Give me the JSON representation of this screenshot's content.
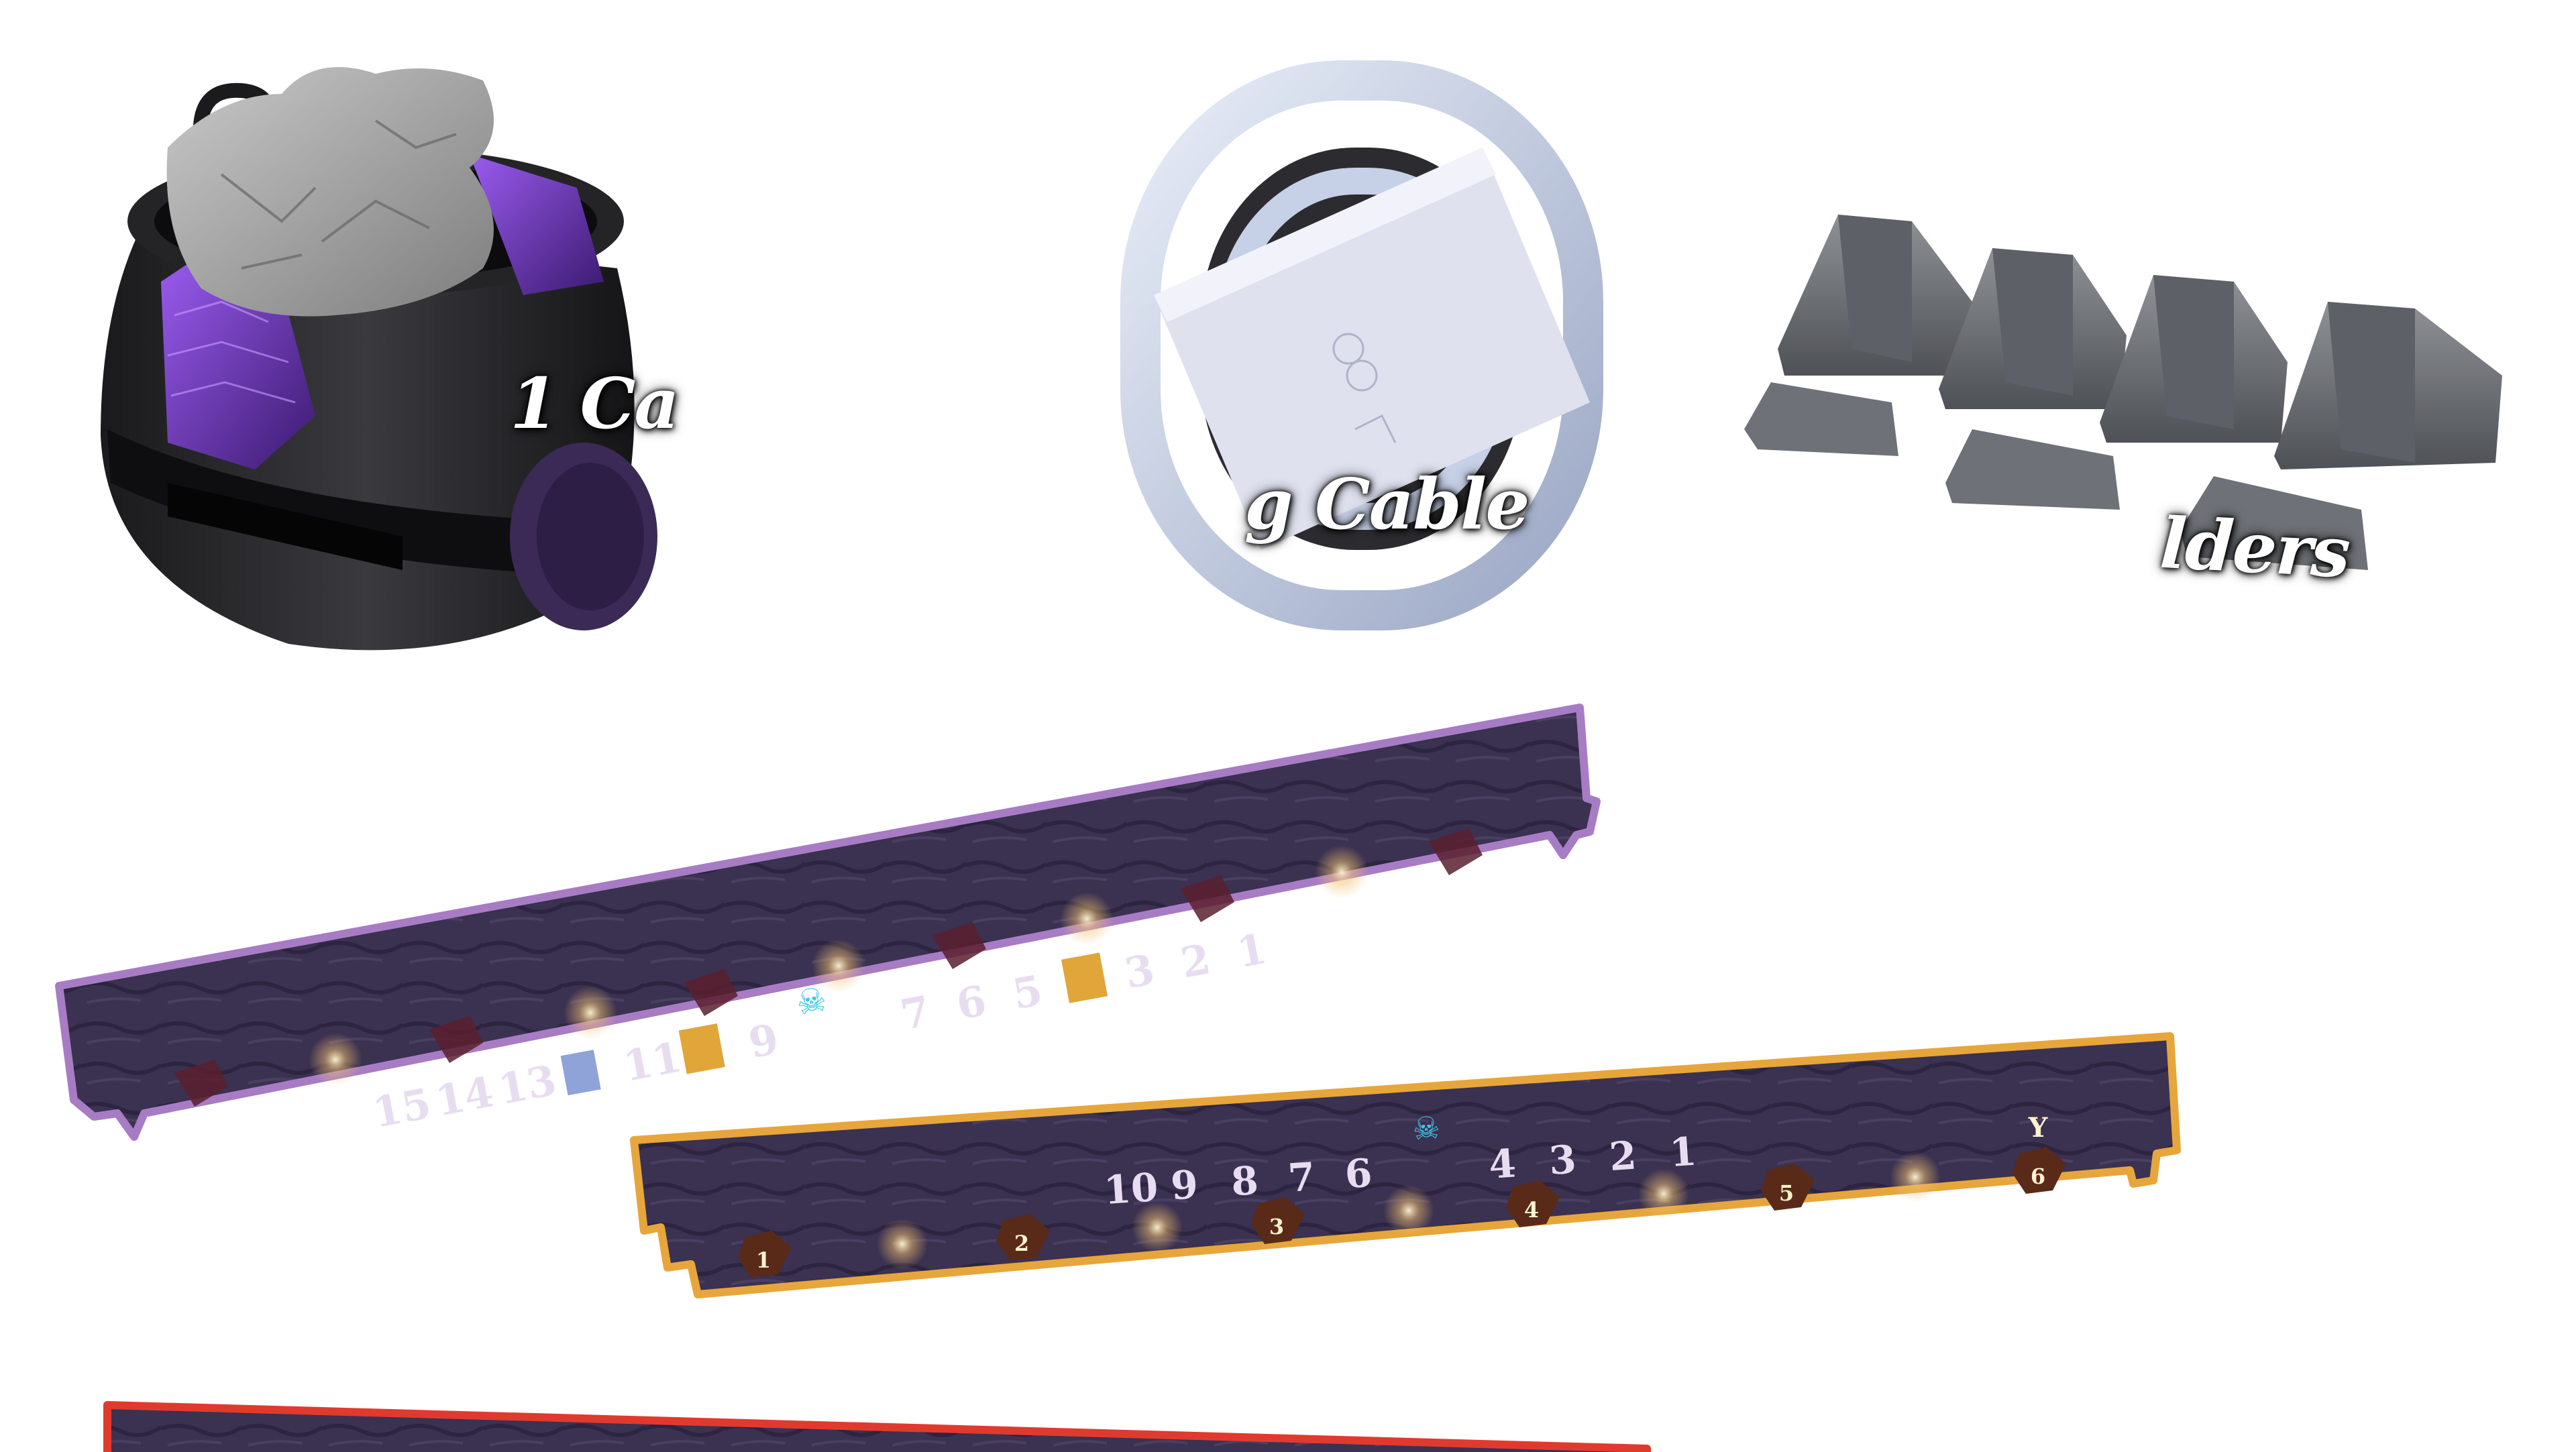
{
  "captions": {
    "cauldron": "1 Ca",
    "cable": "g Cable",
    "holders": "lders"
  },
  "track_purple": {
    "numbers": [
      "15",
      "14",
      "13",
      "11",
      "9",
      "7",
      "6",
      "5",
      "3",
      "2",
      "1"
    ]
  },
  "track_orange": {
    "numbers": [
      "10",
      "9",
      "8",
      "7",
      "6",
      "4",
      "3",
      "2",
      "1"
    ],
    "tokens": [
      "1",
      "2",
      "3",
      "4",
      "5",
      "6"
    ],
    "marker": "Y"
  },
  "colors": {
    "purple_border": "#a77cc4",
    "orange_border": "#e7a63b",
    "red_border": "#e03a2f",
    "track_fill": "#3a3050"
  }
}
